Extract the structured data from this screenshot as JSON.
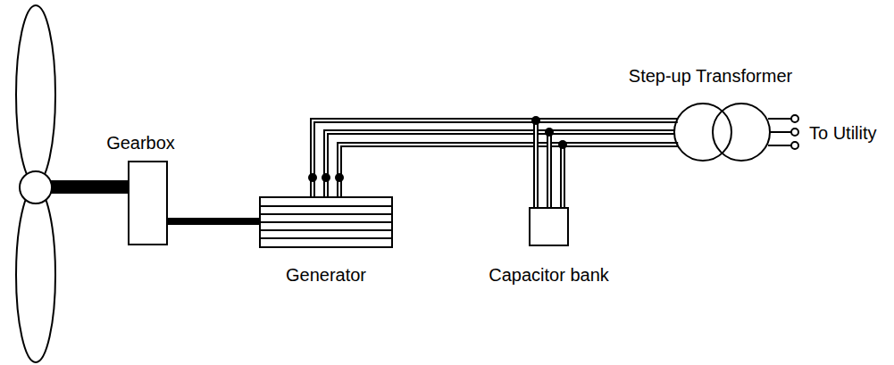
{
  "diagram": {
    "nodes": [
      {
        "text": [
          "Gearbox"
        ]
      },
      {
        "text": [
          "Generator"
        ]
      },
      {
        "text": [
          "Capacitor bank"
        ]
      },
      {
        "text": [
          "Step-up Transformer"
        ]
      }
    ],
    "edges": [
      {
        "from": 0,
        "to": 1,
        "arrow": "none"
      },
      {
        "from": 1,
        "to": 3,
        "arrow": "none"
      },
      {
        "from": 1,
        "to": 2,
        "arrow": "none"
      }
    ],
    "labels": [
      "To Utility"
    ]
  }
}
